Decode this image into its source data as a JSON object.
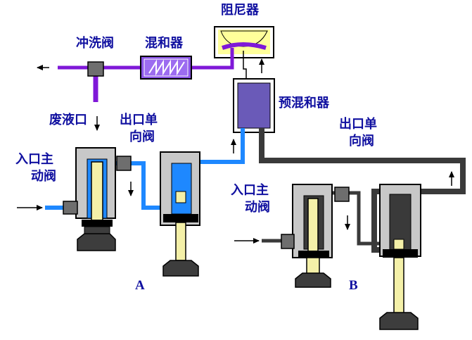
{
  "labels": {
    "damper": "阻尼器",
    "flush_valve": "冲洗阀",
    "mixer": "混和器",
    "premixer": "预混和器",
    "waste_port": "废液口",
    "outlet_check_a_1": "出口单",
    "outlet_check_a_2": "向阀",
    "inlet_valve_a_1": "入口主",
    "inlet_valve_a_2": "动阀",
    "outlet_check_b_1": "出口单",
    "outlet_check_b_2": "向阀",
    "inlet_valve_b_1": "入口主",
    "inlet_valve_b_2": "动阀",
    "pump_a": "A",
    "pump_b": "B"
  },
  "colors": {
    "solvent_a": "#1e88ff",
    "solvent_b": "#3a3a3a",
    "mixed_flow": "#7f18d8",
    "premixer_fill": "#6a5ab8",
    "cylinder": "#c8c8c8",
    "plunger": "#f4f0a8",
    "label_text": "#1010a0"
  }
}
